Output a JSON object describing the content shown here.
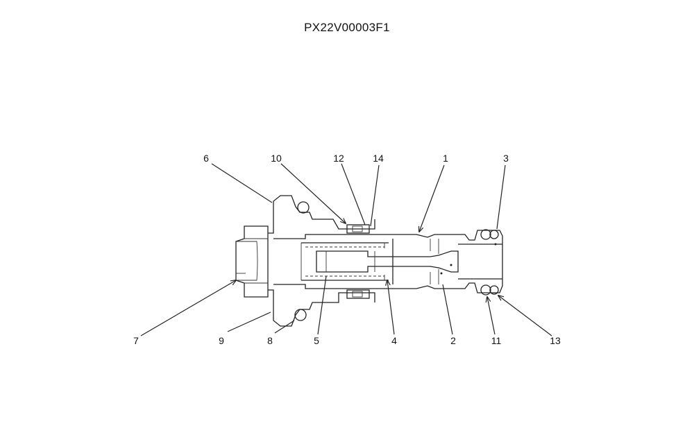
{
  "title": "PX22V00003F1",
  "callouts": {
    "c1": "1",
    "c2": "2",
    "c3": "3",
    "c4": "4",
    "c5": "5",
    "c6": "6",
    "c7": "7",
    "c8": "8",
    "c9": "9",
    "c10": "10",
    "c11": "11",
    "c12": "12",
    "c13": "13",
    "c14": "14"
  }
}
